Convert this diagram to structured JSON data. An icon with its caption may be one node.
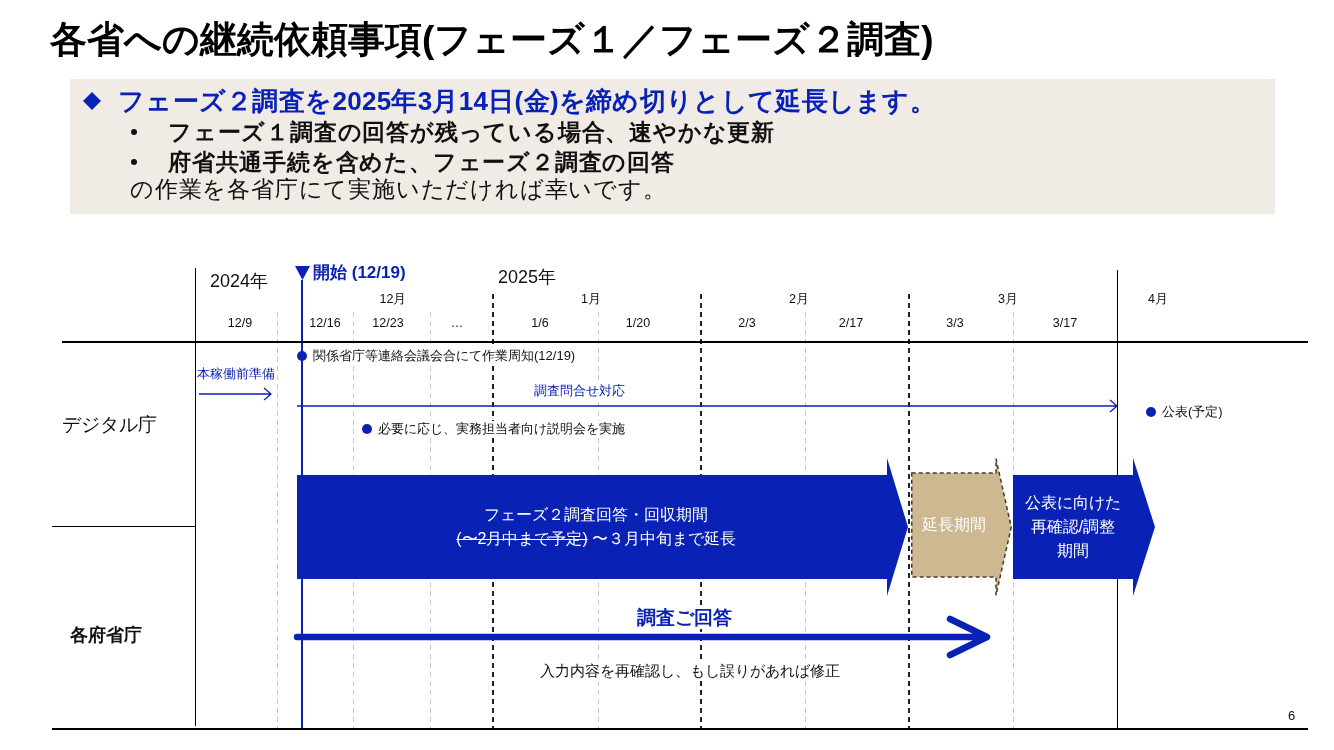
{
  "diagram": {
    "title": "各省への継続依頼事項(フェーズ１／フェーズ２調査)",
    "nodes": [
      {
        "text": [
          "フェーズ２調査を2025年3月14日(金)を締め切りとして延長します。",
          "フェーズ１調査の回答が残っている場合、速やかな更新",
          "府省共通手続を含めた、フェーズ２調査の回答",
          "の作業を各省庁にて実施いただければ幸いです。"
        ]
      },
      {
        "text": [
          "フェーズ２調査回答・回収期間",
          "(〜2月中まで予定)",
          "〜３月中旬まで延長"
        ]
      },
      {
        "text": [
          "延長期間"
        ]
      },
      {
        "text": [
          "公表に向けた再確認/調整期間"
        ]
      }
    ],
    "labels": [
      "2024年",
      "開始 (12/19)",
      "2025年",
      "12月",
      "1月",
      "2月",
      "3月",
      "4月",
      "12/9",
      "12/16",
      "12/23",
      "…",
      "1/6",
      "1/20",
      "2/3",
      "2/17",
      "3/3",
      "3/17",
      "関係省庁等連絡会議会合にて作業周知(12/19)",
      "本稼働前準備",
      "調査問合せ対応",
      "公表(予定)",
      "デジタル庁",
      "必要に応じ、実務担当者向け説明会を実施",
      "調査ご回答",
      "各府省庁",
      "入力内容を再確認し、もし誤りがあれば修正",
      "6"
    ]
  }
}
